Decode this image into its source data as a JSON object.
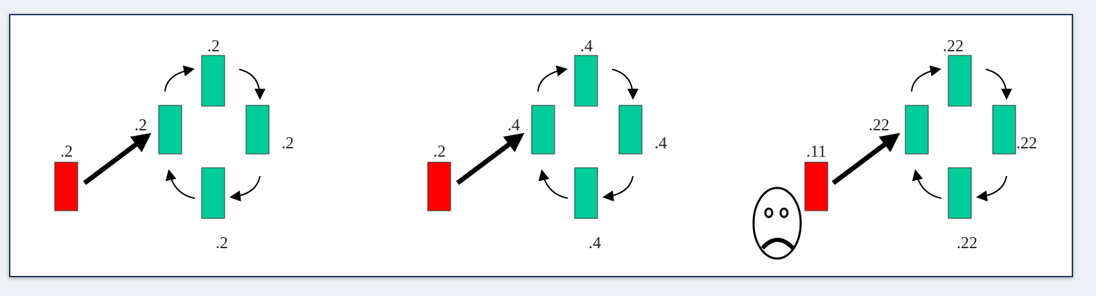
{
  "colors": {
    "source_node": "#ff0000",
    "cycle_node": "#00cc99",
    "arrow": "#000000",
    "frame_border": "#1f3b5a"
  },
  "panels": [
    {
      "source_label": ".2",
      "cycle_labels": {
        "top": ".2",
        "left": ".2",
        "right": ".2",
        "bottom": ".2"
      }
    },
    {
      "source_label": ".2",
      "cycle_labels": {
        "top": ".4",
        "left": ".4",
        "right": ".4",
        "bottom": ".4"
      }
    },
    {
      "source_label": ".11",
      "cycle_labels": {
        "top": ".22",
        "left": ".22",
        "right": ".22",
        "bottom": ".22"
      },
      "face_icon": "sad-face-icon"
    }
  ]
}
